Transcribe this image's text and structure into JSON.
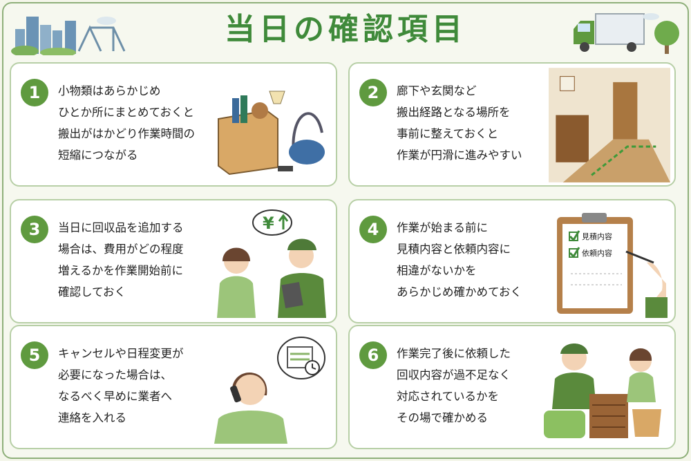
{
  "title": "当日の確認項目",
  "colors": {
    "accent": "#3f8a3a",
    "badge": "#5f9a3f",
    "border": "#b7cfa6"
  },
  "items": [
    {
      "num": "1",
      "lines": [
        "小物類はあらかじめ",
        "ひとか所にまとめておくと",
        "搬出がはかどり作業時間の",
        "短縮につながる"
      ]
    },
    {
      "num": "2",
      "lines": [
        "廊下や玄関など",
        "搬出経路となる場所を",
        "事前に整えておくと",
        "作業が円滑に進みやすい"
      ]
    },
    {
      "num": "3",
      "lines": [
        "当日に回収品を追加する",
        "場合は、費用がどの程度",
        "増えるかを作業開始前に",
        "確認しておく"
      ],
      "bubble": "¥"
    },
    {
      "num": "4",
      "lines": [
        "作業が始まる前に",
        "見積内容と依頼内容に",
        "相違がないかを",
        "あらかじめ確かめておく"
      ],
      "check": [
        "見積内容",
        "依頼内容"
      ]
    },
    {
      "num": "5",
      "lines": [
        "キャンセルや日程変更が",
        "必要になった場合は、",
        "なるべく早めに業者へ",
        "連絡を入れる"
      ]
    },
    {
      "num": "6",
      "lines": [
        "作業完了後に依頼した",
        "回収内容が過不足なく",
        "対応されているかを",
        "その場で確かめる"
      ]
    }
  ]
}
